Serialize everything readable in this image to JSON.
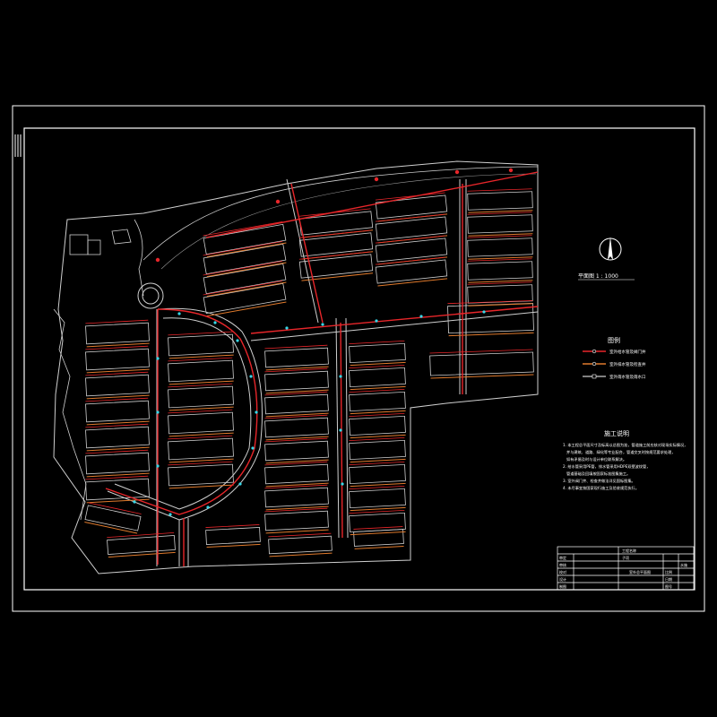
{
  "drawing": {
    "colors": {
      "background": "#000000",
      "linework": "#cfcfcf",
      "frame": "#ffffff",
      "pipe_red": "#e8262a",
      "pipe_orange": "#e07a2c",
      "marker_cyan": "#38d8e8",
      "text": "#ffffff"
    },
    "north_arrow_icon": "north-arrow-icon",
    "scale_label": "平面图  1 : 1000",
    "legend": {
      "title": "图例",
      "items": [
        {
          "label": "室外给水管及阀门井",
          "color": "#e8262a"
        },
        {
          "label": "室外排水管及检查井",
          "color": "#e07a2c"
        },
        {
          "label": "室外雨水管及雨水口",
          "color": "#ffffff"
        }
      ]
    },
    "notes": {
      "title": "施工说明",
      "lines": [
        "1. 本工程总平面尺寸及标高以总图为准，管道施工前应核对现场实际情况，",
        "并与建筑、道路、绿化等专业配合，管道交叉时按规范要求处理，",
        "如有矛盾及时与设计单位联系解决。",
        "2. 给水管采用PE管，排水管采用HDPE双壁波纹管，",
        "管道基础及回填按国家标准图集施工。",
        "3. 室外阀门井、检查井做法详见国标图集。",
        "4. 未尽事宜按国家现行施工及验收规范执行。"
      ]
    },
    "title_block": {
      "rows": [
        [
          "",
          "工程名称",
          "",
          ""
        ],
        [
          "审定",
          "",
          "子项",
          ""
        ],
        [
          "审核",
          "",
          "",
          "水施"
        ],
        [
          "校对",
          "",
          "室外总平面图",
          "比例"
        ],
        [
          "设计",
          "",
          "",
          "日期"
        ],
        [
          "制图",
          "",
          "",
          "图号"
        ]
      ]
    }
  }
}
